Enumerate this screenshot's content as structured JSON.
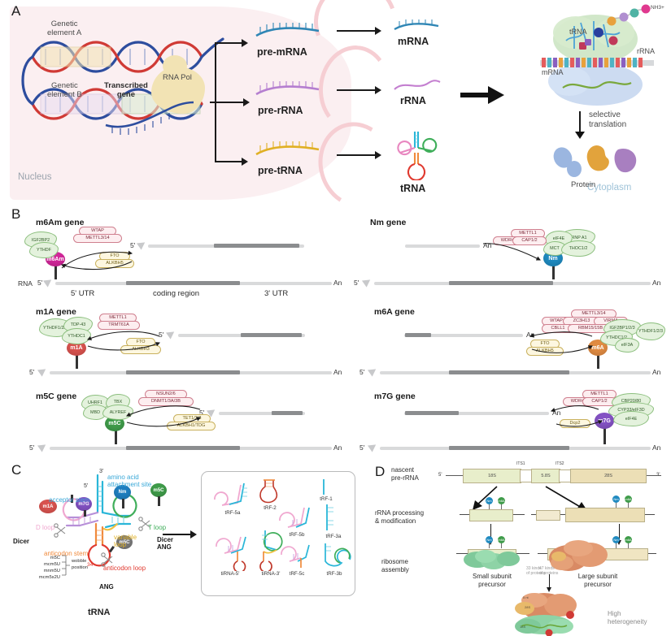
{
  "figure": {
    "panels": [
      "A",
      "B",
      "C",
      "D"
    ]
  },
  "panelA": {
    "letter": "A",
    "nucleus_label": "Nucleus",
    "cytoplasm_label": "Cytoplasm",
    "genetic_element_a": "Genetic\nelement A",
    "genetic_element_a_line1": "Genetic",
    "genetic_element_a_line2": "element A",
    "genetic_element_b_line1": "Genetic",
    "genetic_element_b_line2": "element B",
    "transcribed_gene_line1": "Transcribed",
    "transcribed_gene_line2": "gene",
    "rna_pol_label": "RNA Pol",
    "precursors": [
      {
        "label": "pre-mRNA",
        "color": "#2f86b5"
      },
      {
        "label": "pre-rRNA",
        "color": "#b57fd0"
      },
      {
        "label": "pre-tRNA",
        "color": "#e0b024"
      }
    ],
    "mature": [
      {
        "label": "mRNA",
        "color": "#2f86b5"
      },
      {
        "label": "rRNA",
        "color": "#c47fd0"
      },
      {
        "label": "tRNA",
        "color": "#e05a4a"
      }
    ],
    "ribosome": {
      "trna_label": "tRNA",
      "rrna_label": "rRNA",
      "mrna_label": "mRNA",
      "nh3_label": "NH3+"
    },
    "selective_translation_line1": "selective",
    "selective_translation_line2": "translation",
    "protein_label": "Protein"
  },
  "panelB": {
    "letter": "B",
    "rna_axis_label": "RNA",
    "five_prime": "5'",
    "three_prime": "3'",
    "polyA": "An",
    "regions": {
      "utr5": "5' UTR",
      "coding": "coding region",
      "utr3": "3' UTR"
    },
    "rows": [
      {
        "title": "m6Am gene",
        "mod": "m6Am",
        "mod_color": "#d2279a",
        "writers": [
          "WTAP",
          "METTL3/14"
        ],
        "erasers": [
          "FTO",
          "ALKBH5"
        ],
        "readers": [
          "IGF2BP2",
          "YTHDF"
        ]
      },
      {
        "title": "Nm gene",
        "mod": "Nm",
        "mod_color": "#1f8ac0",
        "writers": [
          "METTL1",
          "WDR4",
          "CAP1/2"
        ],
        "erasers": [],
        "readers": [
          "eIF4E",
          "hnRNP A1",
          "MCT",
          "THOC1/2"
        ]
      },
      {
        "title": "m1A gene",
        "mod": "m1A",
        "mod_color": "#d9534f",
        "writers": [
          "METTL1",
          "TRMT61A"
        ],
        "erasers": [
          "FTO",
          "ALKBH3"
        ],
        "readers": [
          "YTHDF1/2/3",
          "TDP-43",
          "YTHDC1"
        ]
      },
      {
        "title": "m6A gene",
        "mod": "m6A",
        "mod_color": "#e08b42",
        "writers": [
          "METTL3/14",
          "WTAP",
          "ZC3H13",
          "VIRMA",
          "CBLL1",
          "RBM15/15B"
        ],
        "erasers": [
          "FTO",
          "ALKBH5"
        ],
        "readers": [
          "IGF2BP1/2/3",
          "YTHDF1/2/3",
          "YTHDC1/2",
          "eIF3A"
        ]
      },
      {
        "title": "m5C gene",
        "mod": "m5C",
        "mod_color": "#3f9c4a",
        "writers": [
          "NSUN2/6",
          "DNMT1/3A/3B"
        ],
        "erasers": [
          "TET1/2/3",
          "ALKBH1/TDG"
        ],
        "readers": [
          "UHRF1",
          "TBX",
          "MBD",
          "ALYREF"
        ]
      },
      {
        "title": "m7G gene",
        "mod": "m7G",
        "mod_color": "#8452c4",
        "writers": [
          "METTL1",
          "WDR4",
          "CAP1/2"
        ],
        "erasers": [
          "Dcp2"
        ],
        "readers": [
          "CBP20/80",
          "CYP33/eIF3D",
          "eIF4E"
        ]
      }
    ]
  },
  "panelC": {
    "letter": "C",
    "title": "tRNA",
    "five_prime": "5'",
    "three_prime": "3'",
    "labels": {
      "amino_acid_site_line1": "amino acid",
      "amino_acid_site_line2": "attachment site",
      "acceptor_stem": "acceptor stem",
      "d_loop": "D loop",
      "t_loop": "T loop",
      "variable_loop_line1": "variable",
      "variable_loop_line2": "loop",
      "anticodon_stem": "anticodon stem",
      "anticodon_loop": "anticodon loop",
      "position34": "34",
      "wobble_line1": "wobble",
      "wobble_line2": "position",
      "dicer": "Dicer",
      "dicer_ang_line1": "Dicer",
      "dicer_ang_line2": "ANG",
      "ang": "ANG"
    },
    "modifications": [
      {
        "name": "m1A",
        "color": "#d9534f"
      },
      {
        "name": "m7G",
        "color": "#8452c4"
      },
      {
        "name": "Nm",
        "color": "#1f7fc0"
      },
      {
        "name": "m5C",
        "color": "#3f9c4a"
      },
      {
        "name": "m5C",
        "color": "#7a7a7a"
      }
    ],
    "wobble_nucleosides": [
      "m5C",
      "mcm5U",
      "mnm5U",
      "mcm5s2U"
    ],
    "fragments": [
      {
        "label": "tRF-5a"
      },
      {
        "label": "tRF-2"
      },
      {
        "label": "tRF-1"
      },
      {
        "label": "tRF-5b"
      },
      {
        "label": "tRF-3a"
      },
      {
        "label": "tiRNA-5'"
      },
      {
        "label": "tiRNA-3'"
      },
      {
        "label": "tRF-5c"
      },
      {
        "label": "tRF-3b"
      }
    ]
  },
  "panelD": {
    "letter": "D",
    "stage_labels": {
      "nascent_line1": "nascent",
      "nascent_line2": "pre-rRNA",
      "processing_line1": "rRNA processing",
      "processing_line2": "& modification",
      "assembly_line1": "ribosome",
      "assembly_line2": "assembly"
    },
    "five_prime": "5'",
    "three_prime": "3'",
    "segments": [
      "18S",
      "ITS1",
      "5.8S",
      "ITS2",
      "28S"
    ],
    "small_subunit_line1": "Small subunit",
    "small_subunit_line2": "precursor",
    "large_subunit_line1": "Large subunit",
    "large_subunit_line2": "precursor",
    "small_proteins_line1": "33 kinds",
    "small_proteins_line2": "of proteins",
    "large_proteins_line1": "47 kinds",
    "large_proteins_line2": "of proteins",
    "heterogeneity_line1": "High",
    "heterogeneity_line2": "heterogeneity",
    "mod_markers": [
      {
        "name": "Nm",
        "color": "#1f8ac0"
      },
      {
        "name": "m6A",
        "color": "#3f9c4a"
      }
    ],
    "subunit_labels": [
      "5 nt",
      "18S",
      "5S",
      "28S"
    ]
  }
}
